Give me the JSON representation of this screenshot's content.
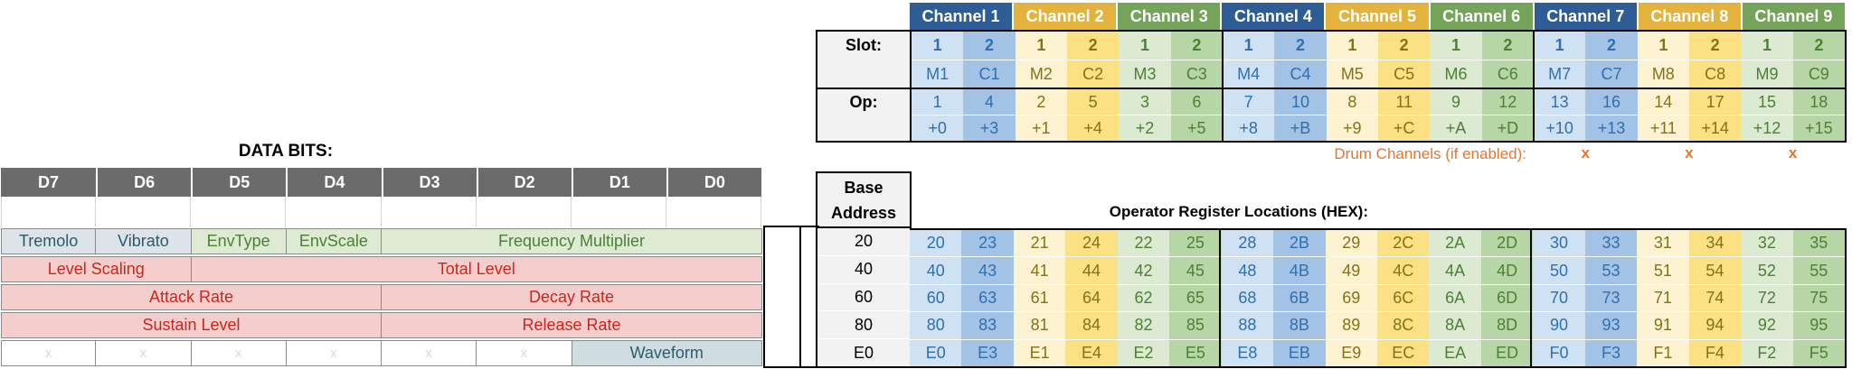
{
  "colors": {
    "header_blue": "#2d5d94",
    "header_yellow": "#e4b33d",
    "header_green": "#74a45a",
    "pale_blue": "#cfe2f3",
    "mid_blue": "#a3c3e6",
    "pale_yellow": "#fdf3d0",
    "mid_yellow": "#fbe084",
    "pale_green": "#dcead2",
    "mid_green": "#b7d6a5",
    "text_blue": "#2f6fae",
    "text_olive": "#857119",
    "text_green": "#4d7f35",
    "orange": "#e8742c",
    "bit_header_bg": "#6b6b6b",
    "bluegray_bg": "#dce4ea",
    "bluegray_text": "#2f586b",
    "greencell_bg": "#ddebd3",
    "greencell_text": "#4d7f35",
    "redcell_bg": "#f3cecd",
    "redcell_text": "#c9271e",
    "wave_bg": "#cfdde3",
    "wave_text": "#2e5b68",
    "unused_text": "#d9d9d9",
    "label_bg": "#f2f2f2"
  },
  "left_table": {
    "title": "DATA BITS:",
    "bit_headers": [
      "D7",
      "D6",
      "D5",
      "D4",
      "D3",
      "D2",
      "D1",
      "D0"
    ],
    "rows": [
      {
        "cells": [
          {
            "label": "Tremolo",
            "span": 1,
            "style": "bluegray"
          },
          {
            "label": "Vibrato",
            "span": 1,
            "style": "bluegray"
          },
          {
            "label": "EnvType",
            "span": 1,
            "style": "green"
          },
          {
            "label": "EnvScale",
            "span": 1,
            "style": "green"
          },
          {
            "label": "Frequency Multiplier",
            "span": 4,
            "style": "green"
          }
        ]
      },
      {
        "cells": [
          {
            "label": "Level Scaling",
            "span": 2,
            "style": "red"
          },
          {
            "label": "Total Level",
            "span": 6,
            "style": "red"
          }
        ]
      },
      {
        "cells": [
          {
            "label": "Attack Rate",
            "span": 4,
            "style": "red"
          },
          {
            "label": "Decay Rate",
            "span": 4,
            "style": "red"
          }
        ]
      },
      {
        "cells": [
          {
            "label": "Sustain Level",
            "span": 4,
            "style": "red"
          },
          {
            "label": "Release Rate",
            "span": 4,
            "style": "red"
          }
        ]
      },
      {
        "cells": [
          {
            "label": "x",
            "span": 1,
            "style": "unused"
          },
          {
            "label": "x",
            "span": 1,
            "style": "unused"
          },
          {
            "label": "x",
            "span": 1,
            "style": "unused"
          },
          {
            "label": "x",
            "span": 1,
            "style": "unused"
          },
          {
            "label": "x",
            "span": 1,
            "style": "unused"
          },
          {
            "label": "x",
            "span": 1,
            "style": "unused"
          },
          {
            "label": "Waveform",
            "span": 2,
            "style": "wave"
          }
        ]
      }
    ]
  },
  "channel_table": {
    "channels": [
      "Channel 1",
      "Channel 2",
      "Channel 3",
      "Channel 4",
      "Channel 5",
      "Channel 6",
      "Channel 7",
      "Channel 8",
      "Channel 9"
    ],
    "channel_hues": [
      "blue",
      "yellow",
      "green",
      "blue",
      "yellow",
      "green",
      "blue",
      "yellow",
      "green"
    ],
    "slot_label": "Slot:",
    "op_label": "Op:",
    "slots": [
      "1",
      "2",
      "1",
      "2",
      "1",
      "2",
      "1",
      "2",
      "1",
      "2",
      "1",
      "2",
      "1",
      "2",
      "1",
      "2",
      "1",
      "2"
    ],
    "slot_names": [
      "M1",
      "C1",
      "M2",
      "C2",
      "M3",
      "C3",
      "M4",
      "C4",
      "M5",
      "C5",
      "M6",
      "C6",
      "M7",
      "C7",
      "M8",
      "C8",
      "M9",
      "C9"
    ],
    "ops": [
      "1",
      "4",
      "2",
      "5",
      "3",
      "6",
      "7",
      "10",
      "8",
      "11",
      "9",
      "12",
      "13",
      "16",
      "14",
      "17",
      "15",
      "18"
    ],
    "offsets": [
      "+0",
      "+3",
      "+1",
      "+4",
      "+2",
      "+5",
      "+8",
      "+B",
      "+9",
      "+C",
      "+A",
      "+D",
      "+10",
      "+13",
      "+11",
      "+14",
      "+12",
      "+15"
    ],
    "drum_label": "Drum Channels (if enabled):",
    "drum_mark": "x",
    "drum_channels": [
      7,
      8,
      9
    ]
  },
  "register_table": {
    "base_header": [
      "Base",
      "Address"
    ],
    "heading": "Operator Register Locations (HEX):",
    "base_addresses": [
      "20",
      "40",
      "60",
      "80",
      "E0"
    ],
    "rows": [
      [
        "20",
        "23",
        "21",
        "24",
        "22",
        "25",
        "28",
        "2B",
        "29",
        "2C",
        "2A",
        "2D",
        "30",
        "33",
        "31",
        "34",
        "32",
        "35"
      ],
      [
        "40",
        "43",
        "41",
        "44",
        "42",
        "45",
        "48",
        "4B",
        "49",
        "4C",
        "4A",
        "4D",
        "50",
        "53",
        "51",
        "54",
        "52",
        "55"
      ],
      [
        "60",
        "63",
        "61",
        "64",
        "62",
        "65",
        "68",
        "6B",
        "69",
        "6C",
        "6A",
        "6D",
        "70",
        "73",
        "71",
        "74",
        "72",
        "75"
      ],
      [
        "80",
        "83",
        "81",
        "84",
        "82",
        "85",
        "88",
        "8B",
        "89",
        "8C",
        "8A",
        "8D",
        "90",
        "93",
        "91",
        "94",
        "92",
        "95"
      ],
      [
        "E0",
        "E3",
        "E1",
        "E4",
        "E2",
        "E5",
        "E8",
        "EB",
        "E9",
        "EC",
        "EA",
        "ED",
        "F0",
        "F3",
        "F1",
        "F4",
        "F2",
        "F5"
      ]
    ]
  }
}
